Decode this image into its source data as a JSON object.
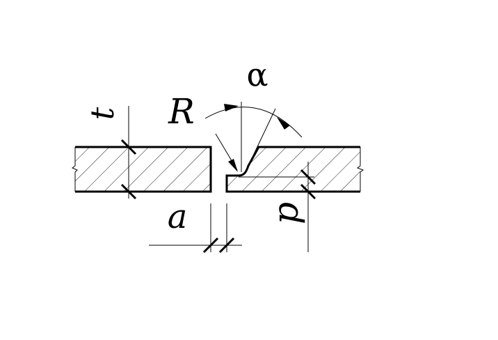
{
  "labels": {
    "alpha": "α",
    "radius": "R",
    "thickness": "t",
    "gap": "a",
    "land": "p"
  },
  "colors": {
    "line": "#000000",
    "background": "#ffffff"
  }
}
